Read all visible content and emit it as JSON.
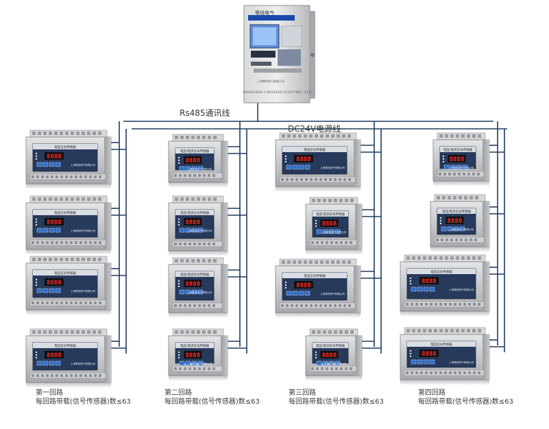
{
  "controller": {
    "title": "零线电气",
    "maker_line": "SHANGHAI LINGXIAN ELECTRIC.,LTD",
    "small_text": "上海零线电气有限公司"
  },
  "buses": {
    "comm_label": "Rs485通讯线",
    "power_label": "DC24V电源线"
  },
  "colors": {
    "bus_line": "#1e3a5f",
    "module_body": "#c8c9cc",
    "display_red": "#ff2a2a",
    "button_blue": "#2a6fd1"
  },
  "module_text": {
    "title_a": "电压信号传感器",
    "title_b": "电压/电流信号传感器",
    "company": "上海零线电气有限公司",
    "readout": "8888"
  },
  "loops": [
    {
      "name": "第一回路",
      "capacity": "每回路带载(信号传感器)数≤63"
    },
    {
      "name": "第二回路",
      "capacity": "每回路带载(信号传感器)数≤63"
    },
    {
      "name": "第三回路",
      "capacity": "每回路带载(信号传感器)数≤63"
    },
    {
      "name": "第四回路",
      "capacity": "每回路带载(信号传感器)数≤63"
    }
  ]
}
